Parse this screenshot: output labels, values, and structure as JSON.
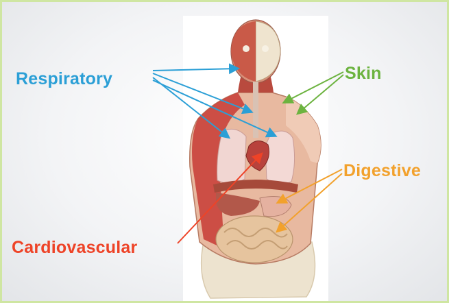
{
  "slide": {
    "border_color": "#cfe6a2",
    "background_color": "#f2f3f5"
  },
  "labels": {
    "respiratory": "Respiratory",
    "skin": "Skin",
    "digestive": "Digestive",
    "cardiovascular": "Cardiovascular"
  },
  "colors": {
    "respiratory": "#2b9fd6",
    "skin": "#6cb33f",
    "digestive": "#f2a12c",
    "cardiovascular": "#ee4327"
  },
  "image": {
    "subject": "anatomical-torso-model"
  }
}
